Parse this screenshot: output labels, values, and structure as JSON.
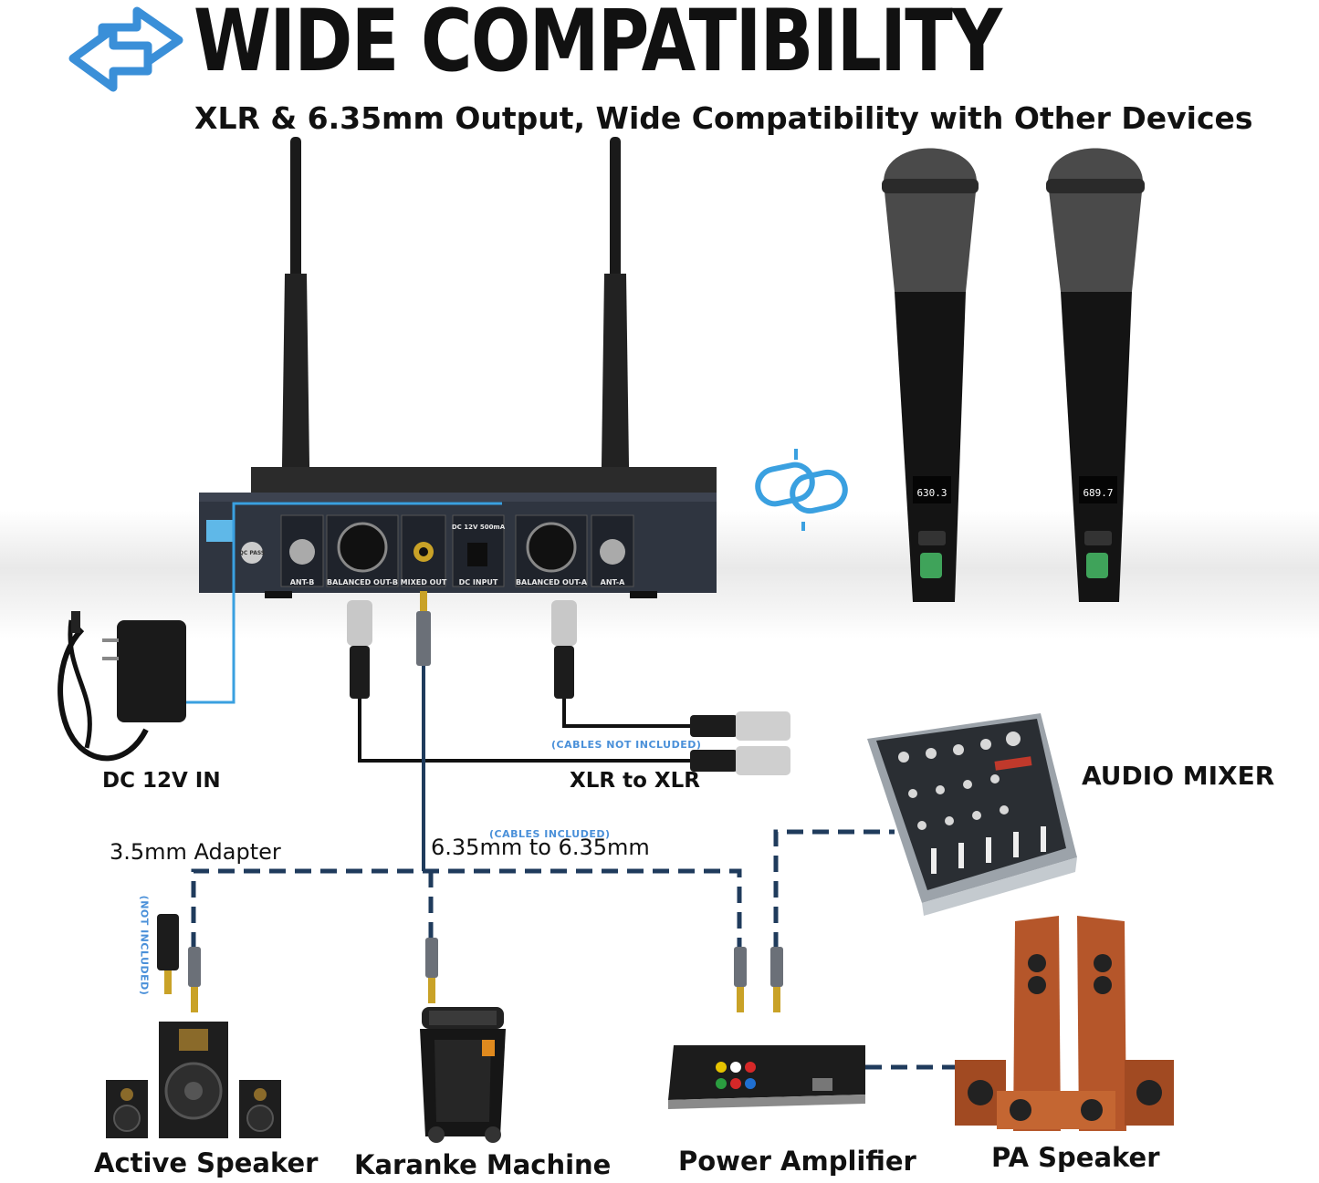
{
  "header": {
    "title": "WIDE COMPATIBILITY",
    "subtitle": "XLR & 6.35mm Output, Wide Compatibility with Other Devices"
  },
  "receiver_panel": {
    "ports": [
      "ANT-B",
      "BALANCED OUT-B",
      "MIXED OUT",
      "DC INPUT",
      "BALANCED OUT-A",
      "ANT-A"
    ],
    "dc_spec": "DC 12V 500mA",
    "qc_badge": "QC PASS"
  },
  "mics": [
    {
      "display": "630.3"
    },
    {
      "display": "689.7"
    }
  ],
  "labels": {
    "dc_in": "DC 12V IN",
    "xlr_to_xlr": "XLR to XLR",
    "cables_not_included": "(CABLES NOT INCLUDED)",
    "cables_included": "(CABLES INCLUDED)",
    "cable_635": "6.35mm to 6.35mm",
    "adapter": "3.5mm Adapter",
    "not_included": "(NOT INCLUDED)",
    "audio_mixer": "AUDIO MIXER"
  },
  "devices": [
    {
      "name": "Active Speaker"
    },
    {
      "name": "Karanke Machine"
    },
    {
      "name": "Power Amplifier"
    },
    {
      "name": "PA Speaker"
    }
  ],
  "colors": {
    "accent_blue": "#3aa0e0",
    "cable_navy": "#1f3b5c",
    "cable_black": "#111111",
    "wood": "#b5562a"
  }
}
